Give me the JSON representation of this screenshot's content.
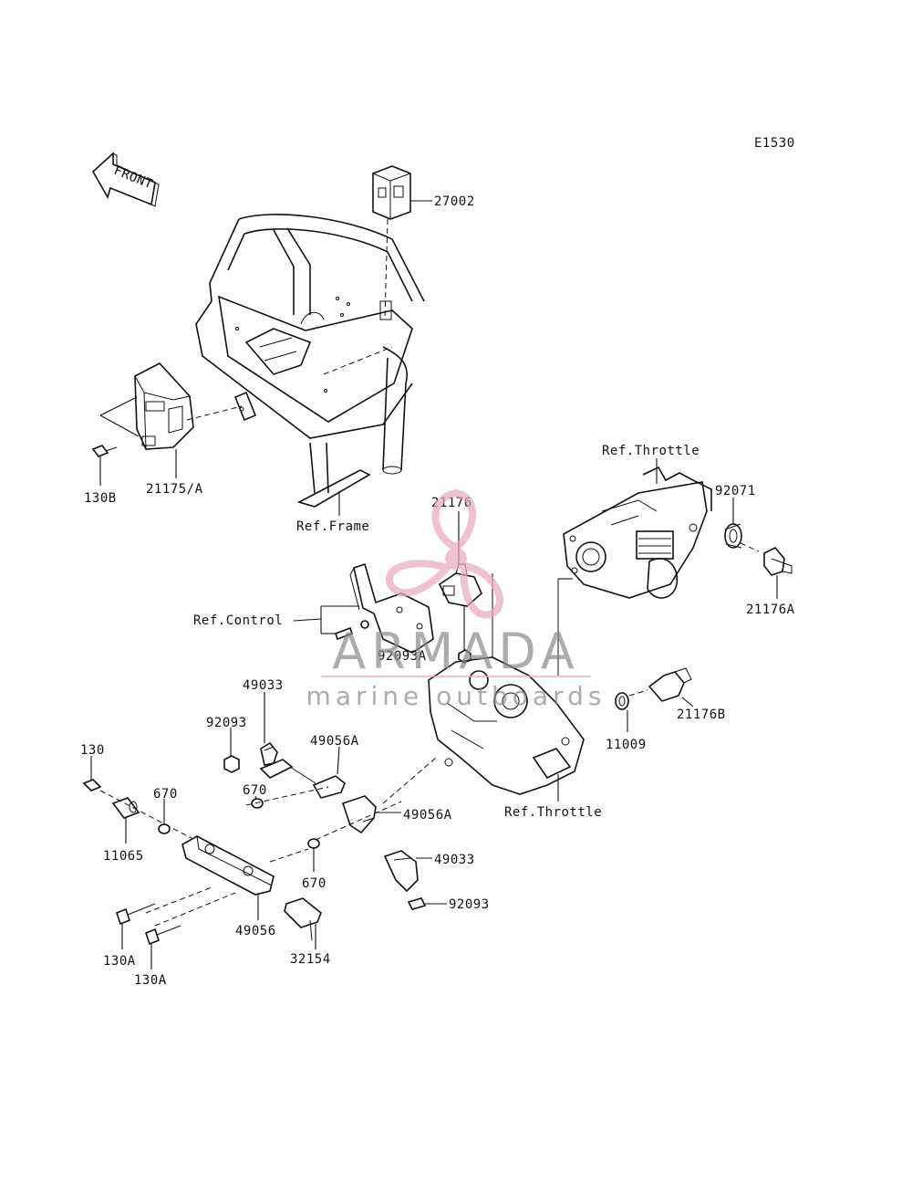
{
  "diagram_code": "E1530",
  "front_arrow_label": "FRONT",
  "watermark": {
    "brand": "ARMADA",
    "tagline": "marine outboards",
    "color": "#e8a9c1"
  },
  "callouts": {
    "c27002": "27002",
    "c21175a": "21175/A",
    "c130b": "130B",
    "ref_frame": "Ref.Frame",
    "ref_throttle_top": "Ref.Throttle",
    "c92071": "92071",
    "c21176a": "21176A",
    "c21176": "21176",
    "ref_control": "Ref.Control",
    "c92093a": "92093A",
    "c21176b": "21176B",
    "c11009": "11009",
    "ref_throttle_bottom": "Ref.Throttle",
    "c49033_top": "49033",
    "c92093_top": "92093",
    "c49056a_top": "49056A",
    "c130": "130",
    "c670_left": "670",
    "c670_mid": "670",
    "c11065": "11065",
    "c49056a_bottom": "49056A",
    "c49033_bottom": "49033",
    "c670_bottom": "670",
    "c92093_bottom": "92093",
    "c49056": "49056",
    "c32154": "32154",
    "c130a_left": "130A",
    "c130a_bottom": "130A"
  }
}
